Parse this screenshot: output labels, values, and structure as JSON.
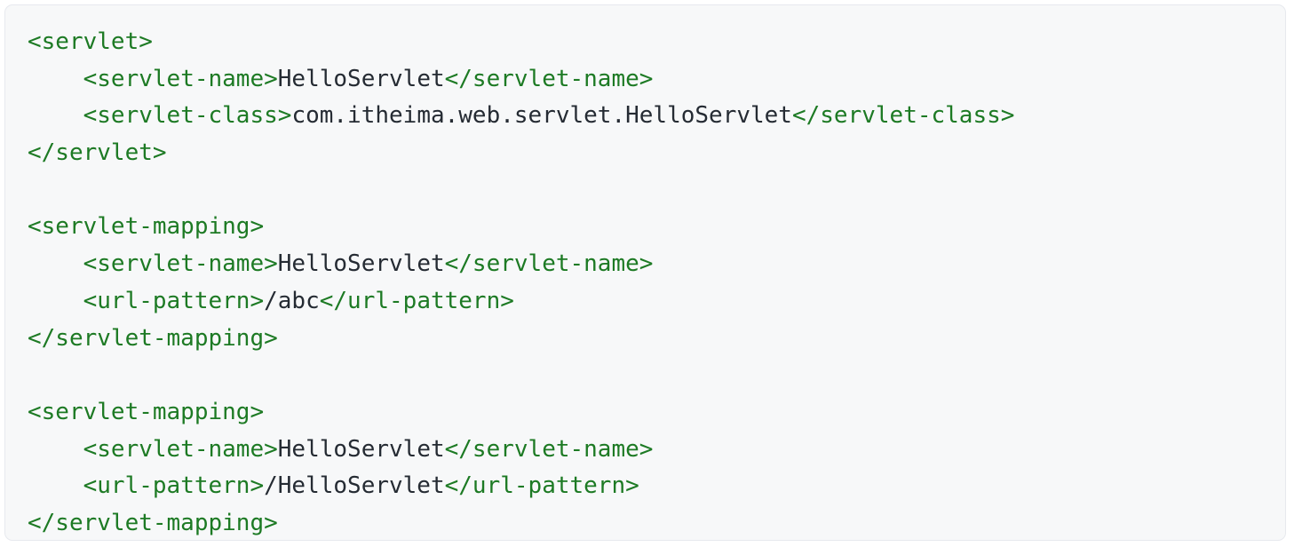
{
  "block": {
    "kind": "code-block",
    "language": "xml",
    "background_color": "#f7f8f9",
    "border_color": "#e7e9ee",
    "tag_color": "#1d7a24",
    "text_color": "#252b33"
  },
  "code": {
    "lines": [
      {
        "indent": 0,
        "segments": [
          {
            "type": "tag",
            "text": "<servlet>"
          }
        ]
      },
      {
        "indent": 1,
        "segments": [
          {
            "type": "tag",
            "text": "<servlet-name>"
          },
          {
            "type": "val",
            "text": "HelloServlet"
          },
          {
            "type": "tag",
            "text": "</servlet-name>"
          }
        ]
      },
      {
        "indent": 1,
        "segments": [
          {
            "type": "tag",
            "text": "<servlet-class>"
          },
          {
            "type": "val",
            "text": "com.itheima.web.servlet.HelloServlet"
          },
          {
            "type": "tag",
            "text": "</servlet-class>"
          }
        ]
      },
      {
        "indent": 0,
        "segments": [
          {
            "type": "tag",
            "text": "</servlet>"
          }
        ]
      },
      {
        "indent": 0,
        "segments": []
      },
      {
        "indent": 0,
        "segments": [
          {
            "type": "tag",
            "text": "<servlet-mapping>"
          }
        ]
      },
      {
        "indent": 1,
        "segments": [
          {
            "type": "tag",
            "text": "<servlet-name>"
          },
          {
            "type": "val",
            "text": "HelloServlet"
          },
          {
            "type": "tag",
            "text": "</servlet-name>"
          }
        ]
      },
      {
        "indent": 1,
        "segments": [
          {
            "type": "tag",
            "text": "<url-pattern>"
          },
          {
            "type": "val",
            "text": "/abc"
          },
          {
            "type": "tag",
            "text": "</url-pattern>"
          }
        ]
      },
      {
        "indent": 0,
        "segments": [
          {
            "type": "tag",
            "text": "</servlet-mapping>"
          }
        ]
      },
      {
        "indent": 0,
        "segments": []
      },
      {
        "indent": 0,
        "segments": [
          {
            "type": "tag",
            "text": "<servlet-mapping>"
          }
        ]
      },
      {
        "indent": 1,
        "segments": [
          {
            "type": "tag",
            "text": "<servlet-name>"
          },
          {
            "type": "val",
            "text": "HelloServlet"
          },
          {
            "type": "tag",
            "text": "</servlet-name>"
          }
        ]
      },
      {
        "indent": 1,
        "segments": [
          {
            "type": "tag",
            "text": "<url-pattern>"
          },
          {
            "type": "val",
            "text": "/HelloServlet"
          },
          {
            "type": "tag",
            "text": "</url-pattern>"
          }
        ]
      },
      {
        "indent": 0,
        "segments": [
          {
            "type": "tag",
            "text": "</servlet-mapping>"
          }
        ]
      }
    ],
    "indent_unit": "    "
  }
}
